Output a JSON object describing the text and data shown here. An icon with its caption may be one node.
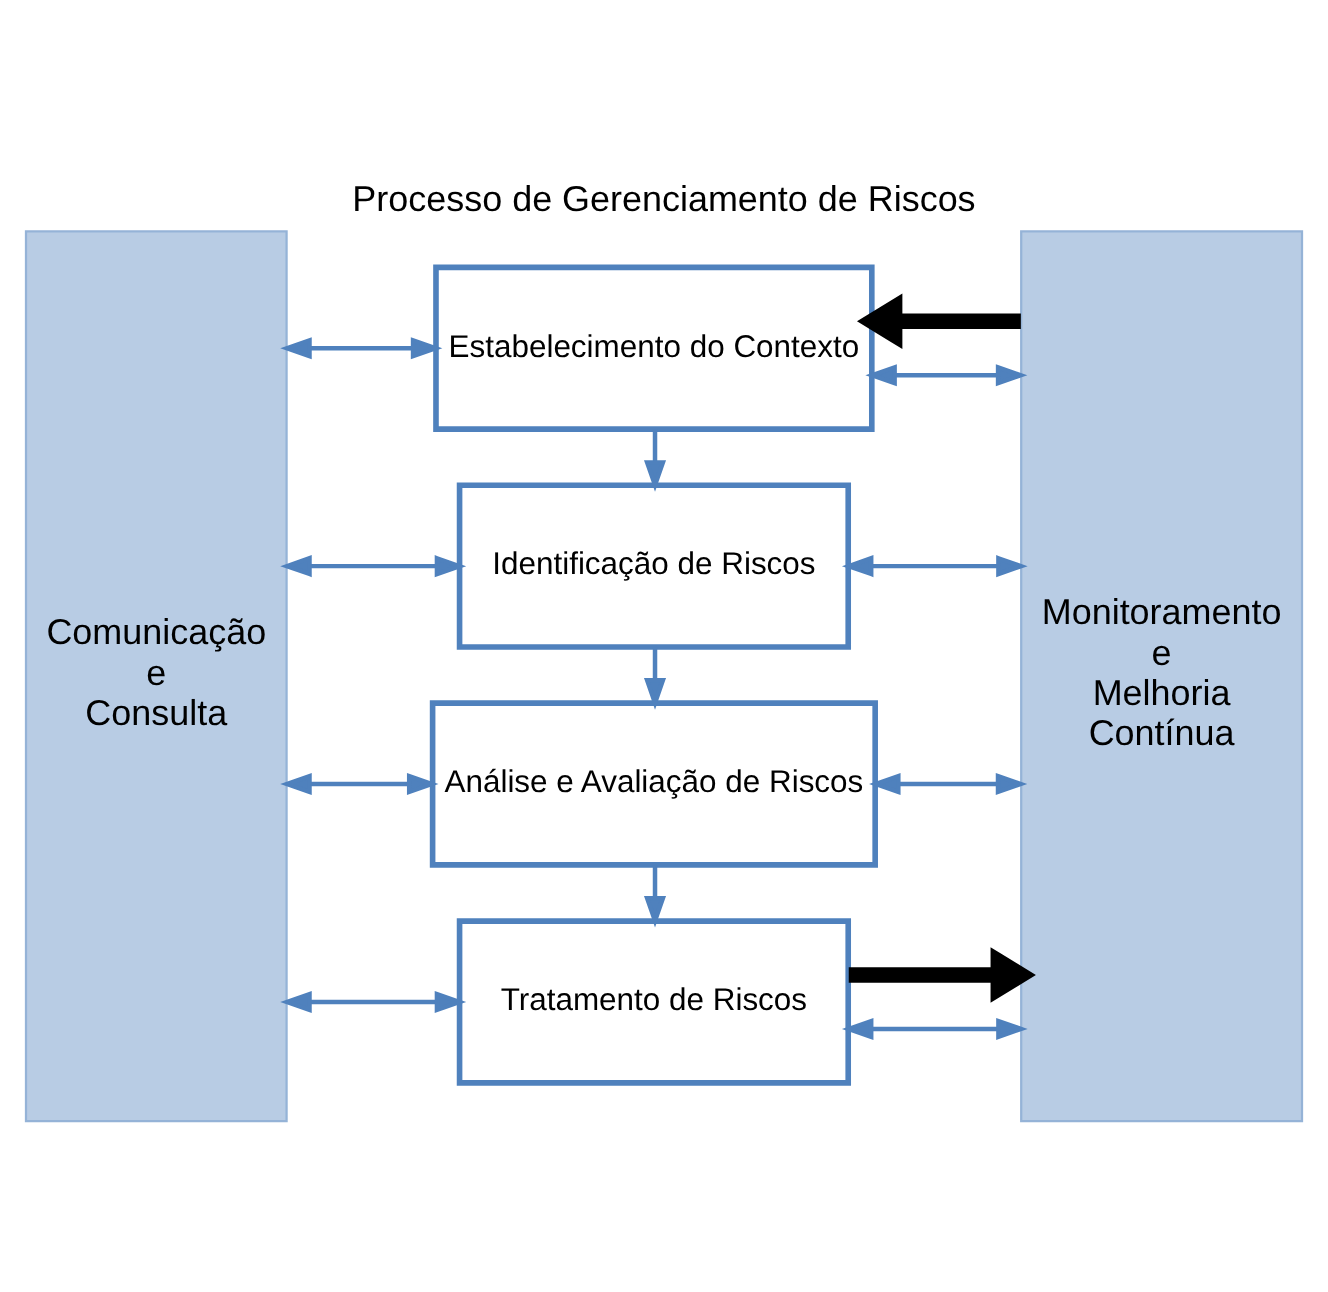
{
  "diagram": {
    "title": "Processo de Gerenciamento de Riscos",
    "nodes": [
      {
        "text": [
          "Comunicação e Consulta"
        ]
      },
      {
        "text": [
          "Estabelecimento do Contexto"
        ]
      },
      {
        "text": [
          "Identificação de Riscos"
        ]
      },
      {
        "text": [
          "Análise e Avaliação de Riscos"
        ]
      },
      {
        "text": [
          "Tratamento de Riscos"
        ]
      },
      {
        "text": [
          "Monitoramento e Melhoria Contínua"
        ]
      }
    ],
    "edges": [
      {
        "from": 0,
        "to": 1,
        "arrow": "both"
      },
      {
        "from": 1,
        "to": 5,
        "arrow": "both"
      },
      {
        "from": 1,
        "to": 2,
        "arrow": "to"
      },
      {
        "from": 0,
        "to": 2,
        "arrow": "both"
      },
      {
        "from": 2,
        "to": 5,
        "arrow": "both"
      },
      {
        "from": 2,
        "to": 3,
        "arrow": "to"
      },
      {
        "from": 0,
        "to": 3,
        "arrow": "both"
      },
      {
        "from": 3,
        "to": 5,
        "arrow": "both"
      },
      {
        "from": 3,
        "to": 4,
        "arrow": "to"
      },
      {
        "from": 0,
        "to": 4,
        "arrow": "both"
      },
      {
        "from": 4,
        "to": 5,
        "arrow": "both"
      },
      {
        "from": 4,
        "to": 5,
        "arrow": "to",
        "style": "thick",
        "color": "#000000"
      },
      {
        "from": 5,
        "to": 1,
        "arrow": "to",
        "style": "thick",
        "color": "#000000"
      }
    ]
  }
}
